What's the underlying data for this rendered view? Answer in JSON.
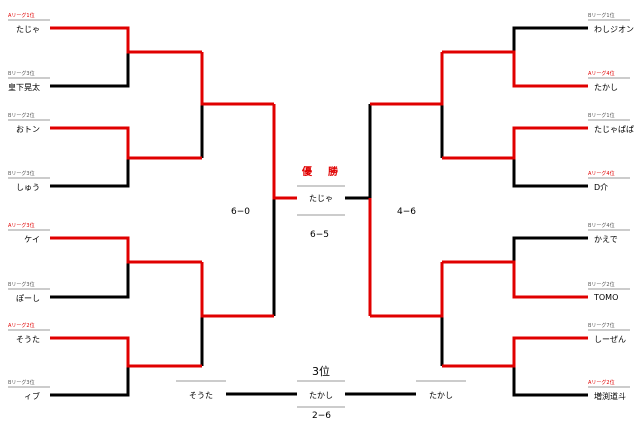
{
  "left_players": [
    {
      "league": "Aリーグ1位",
      "league_color": "#e00000",
      "name": "たじゃ"
    },
    {
      "league": "Bリーグ3位",
      "league_color": "#555555",
      "name": "皇下晃太"
    },
    {
      "league": "Bリーグ2位",
      "league_color": "#555555",
      "name": "おトン"
    },
    {
      "league": "Bリーグ3位",
      "league_color": "#555555",
      "name": "しゅう"
    },
    {
      "league": "Aリーグ3位",
      "league_color": "#e00000",
      "name": "ケイ"
    },
    {
      "league": "Bリーグ3位",
      "league_color": "#555555",
      "name": "ぽーし"
    },
    {
      "league": "Aリーグ2位",
      "league_color": "#e00000",
      "name": "そうた"
    },
    {
      "league": "Bリーグ3位",
      "league_color": "#555555",
      "name": "ィブ"
    }
  ],
  "right_players": [
    {
      "league": "Bリーグ1位",
      "league_color": "#555555",
      "name": "わしジオン"
    },
    {
      "league": "Aリーグ4位",
      "league_color": "#e00000",
      "name": "たかし"
    },
    {
      "league": "Bリーグ1位",
      "league_color": "#555555",
      "name": "たじゃぱぱ"
    },
    {
      "league": "Aリーグ4位",
      "league_color": "#e00000",
      "name": "D介"
    },
    {
      "league": "Bリーグ4位",
      "league_color": "#555555",
      "name": "かえで"
    },
    {
      "league": "Bリーグ2位",
      "league_color": "#555555",
      "name": "TOMO"
    },
    {
      "league": "Bリーグ7位",
      "league_color": "#555555",
      "name": "しーぜん"
    },
    {
      "league": "Aリーグ2位",
      "league_color": "#e00000",
      "name": "増渕道斗"
    }
  ],
  "final": {
    "title": "優　勝",
    "winner": "たじゃ",
    "score": "6−5",
    "left_semi_score": "6−0",
    "right_semi_score": "4−6"
  },
  "third_place": {
    "title": "3位",
    "left_name": "そうた",
    "center_name": "たかし",
    "right_name": "たかし",
    "score": "2−6"
  },
  "colors": {
    "winner_line": "#e00000",
    "loser_line": "#000000",
    "base_line": "#999999"
  }
}
